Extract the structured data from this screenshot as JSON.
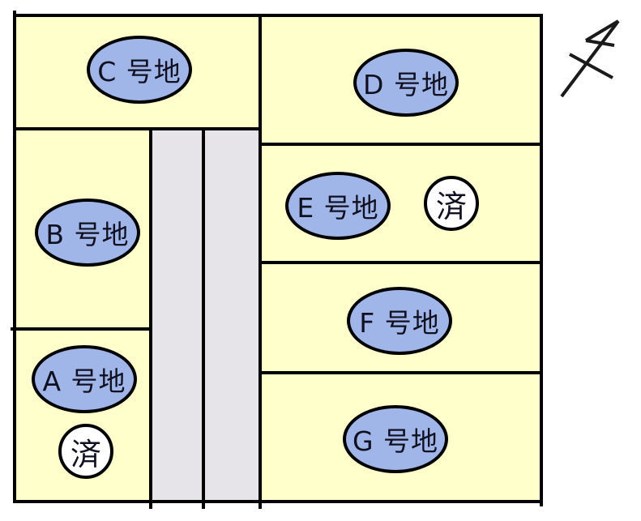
{
  "diagram": {
    "type": "land-plot-layout-map",
    "sold_badge": "済",
    "plots": [
      {
        "id": "A",
        "label": "A 号地",
        "sold": true
      },
      {
        "id": "B",
        "label": "B 号地",
        "sold": false
      },
      {
        "id": "C",
        "label": "C 号地",
        "sold": false
      },
      {
        "id": "D",
        "label": "D 号地",
        "sold": false
      },
      {
        "id": "E",
        "label": "E 号地",
        "sold": true
      },
      {
        "id": "F",
        "label": "F 号地",
        "sold": false
      },
      {
        "id": "G",
        "label": "G 号地",
        "sold": false
      }
    ],
    "colors": {
      "plot_fill": "#FFFFCC",
      "road_fill": "#E6E4E8",
      "label_ellipse_fill": "#A0B5E8",
      "sold_circle_fill": "#FFFFFF",
      "line": "#000000",
      "background": "#FFFFFF"
    }
  }
}
